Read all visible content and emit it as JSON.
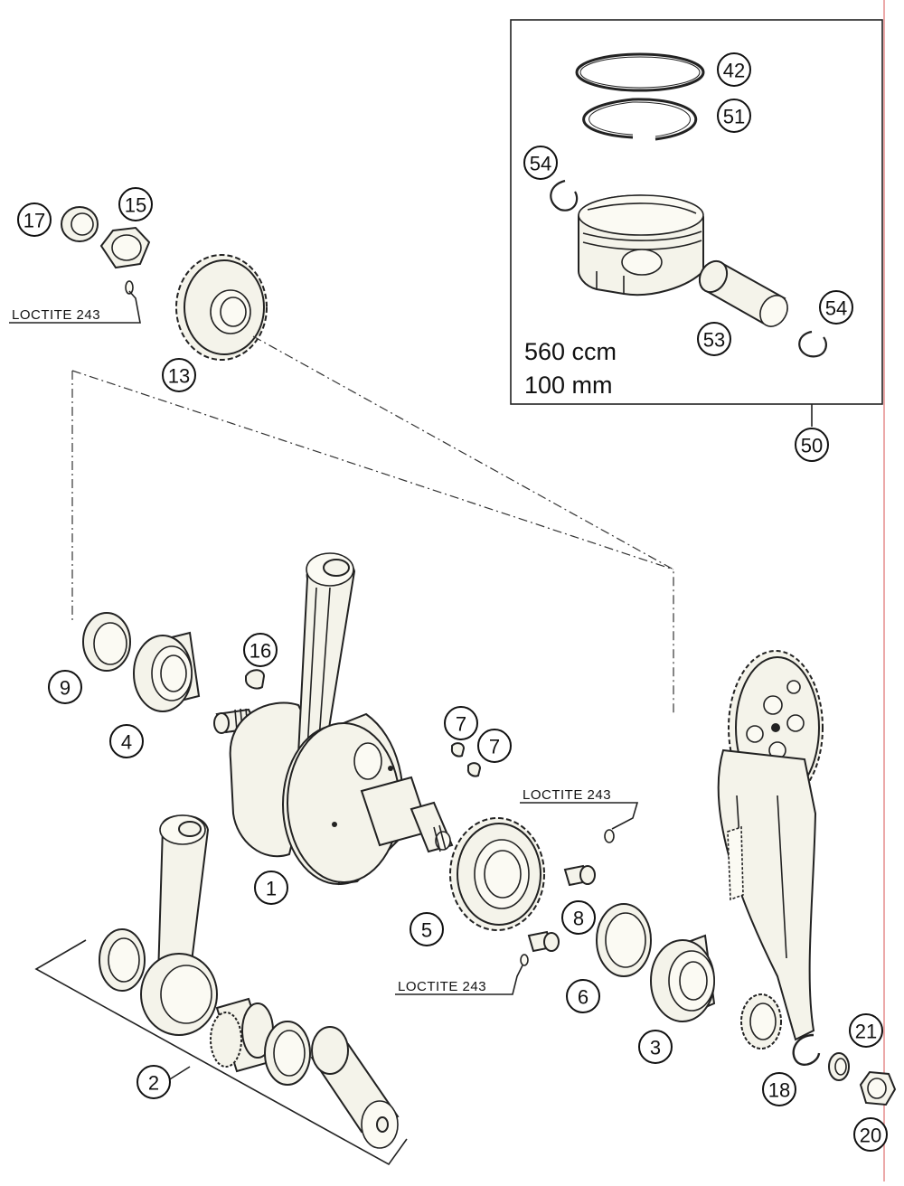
{
  "callouts": {
    "c1": "1",
    "c2": "2",
    "c3": "3",
    "c4": "4",
    "c5": "5",
    "c6": "6",
    "c7a": "7",
    "c7b": "7",
    "c8": "8",
    "c9": "9",
    "c13": "13",
    "c15": "15",
    "c16": "16",
    "c17": "17",
    "c18": "18",
    "c20": "20",
    "c21": "21",
    "c42": "42",
    "c50": "50",
    "c51": "51",
    "c53": "53",
    "c54a": "54",
    "c54b": "54"
  },
  "loctite": {
    "top_left": "LOCTITE 243",
    "right_upper": "LOCTITE 243",
    "right_lower": "LOCTITE 243"
  },
  "piston_kit": {
    "displacement": "560 ccm",
    "bore": "100 mm"
  },
  "colors": {
    "line": "#222222",
    "part_fill": "#f4f3ea",
    "margin_line": "#e07070"
  }
}
